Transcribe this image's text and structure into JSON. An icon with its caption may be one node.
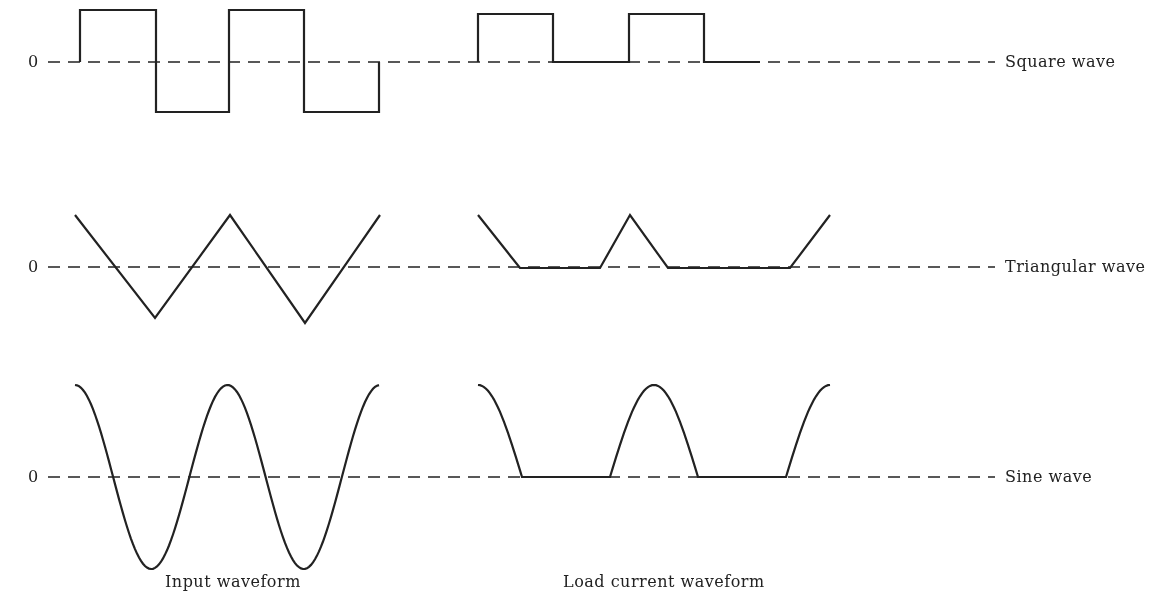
{
  "diagram": {
    "labels": [
      "0",
      "Square wave",
      "0",
      "Triangular wave",
      "0",
      "Sine wave",
      "Input waveform",
      "Load current waveform"
    ]
  }
}
